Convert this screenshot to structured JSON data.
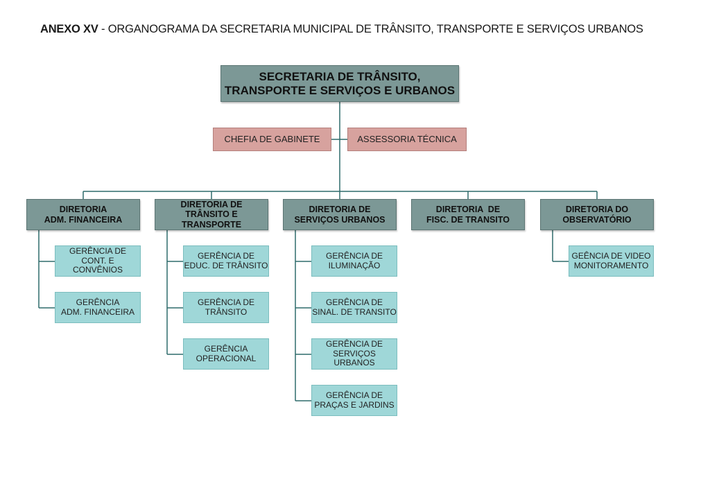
{
  "title": {
    "bold": "ANEXO XV",
    "rest": " - ORGANOGRAMA DA SECRETARIA MUNICIPAL DE TRÂNSITO, TRANSPORTE E SERVIÇOS URBANOS"
  },
  "root": {
    "line1": "SECRETARIA DE TRÂNSITO,",
    "line2": "TRANSPORTE E SERVIÇOS E URBANOS"
  },
  "staff": {
    "chefia": "CHEFIA DE GABINETE",
    "assessoria": "ASSESSORIA TÉCNICA"
  },
  "diretorias": [
    {
      "line1": "DIRETORIA",
      "line2": "ADM. FINANCEIRA",
      "gerencias": [
        {
          "line1": "GERÊNCIA DE",
          "line2": "CONT. E CONVÊNIOS"
        },
        {
          "line1": "GERÊNCIA",
          "line2": "ADM. FINANCEIRA"
        }
      ]
    },
    {
      "line1": "DIRETORIA DE",
      "line2": "TRÂNSITO E TRANSPORTE",
      "gerencias": [
        {
          "line1": "GERÊNCIA DE",
          "line2": "EDUC. DE TRÂNSITO"
        },
        {
          "line1": "GERÊNCIA DE",
          "line2": "TRÂNSITO"
        },
        {
          "line1": "GERÊNCIA",
          "line2": "OPERACIONAL"
        }
      ]
    },
    {
      "line1": "DIRETORIA DE",
      "line2": "SERVIÇOS URBANOS",
      "gerencias": [
        {
          "line1": "GERÊNCIA DE",
          "line2": "ILUMINAÇÃO"
        },
        {
          "line1": "GERÊNCIA DE",
          "line2": "SINAL. DE TRANSITO"
        },
        {
          "line1": "GERÊNCIA DE",
          "line2": "SERVIÇOS URBANOS"
        },
        {
          "line1": "GERÊNCIA DE",
          "line2": "PRAÇAS E JARDINS"
        }
      ]
    },
    {
      "line1": "DIRETORIA  DE",
      "line2": "FISC. DE TRANSITO",
      "gerencias": []
    },
    {
      "line1": "DIRETORIA DO",
      "line2": "OBSERVATÓRIO",
      "gerencias": [
        {
          "line1": "GEÊNCIA DE VIDEO",
          "line2": "MONITORAMENTO"
        }
      ]
    }
  ]
}
